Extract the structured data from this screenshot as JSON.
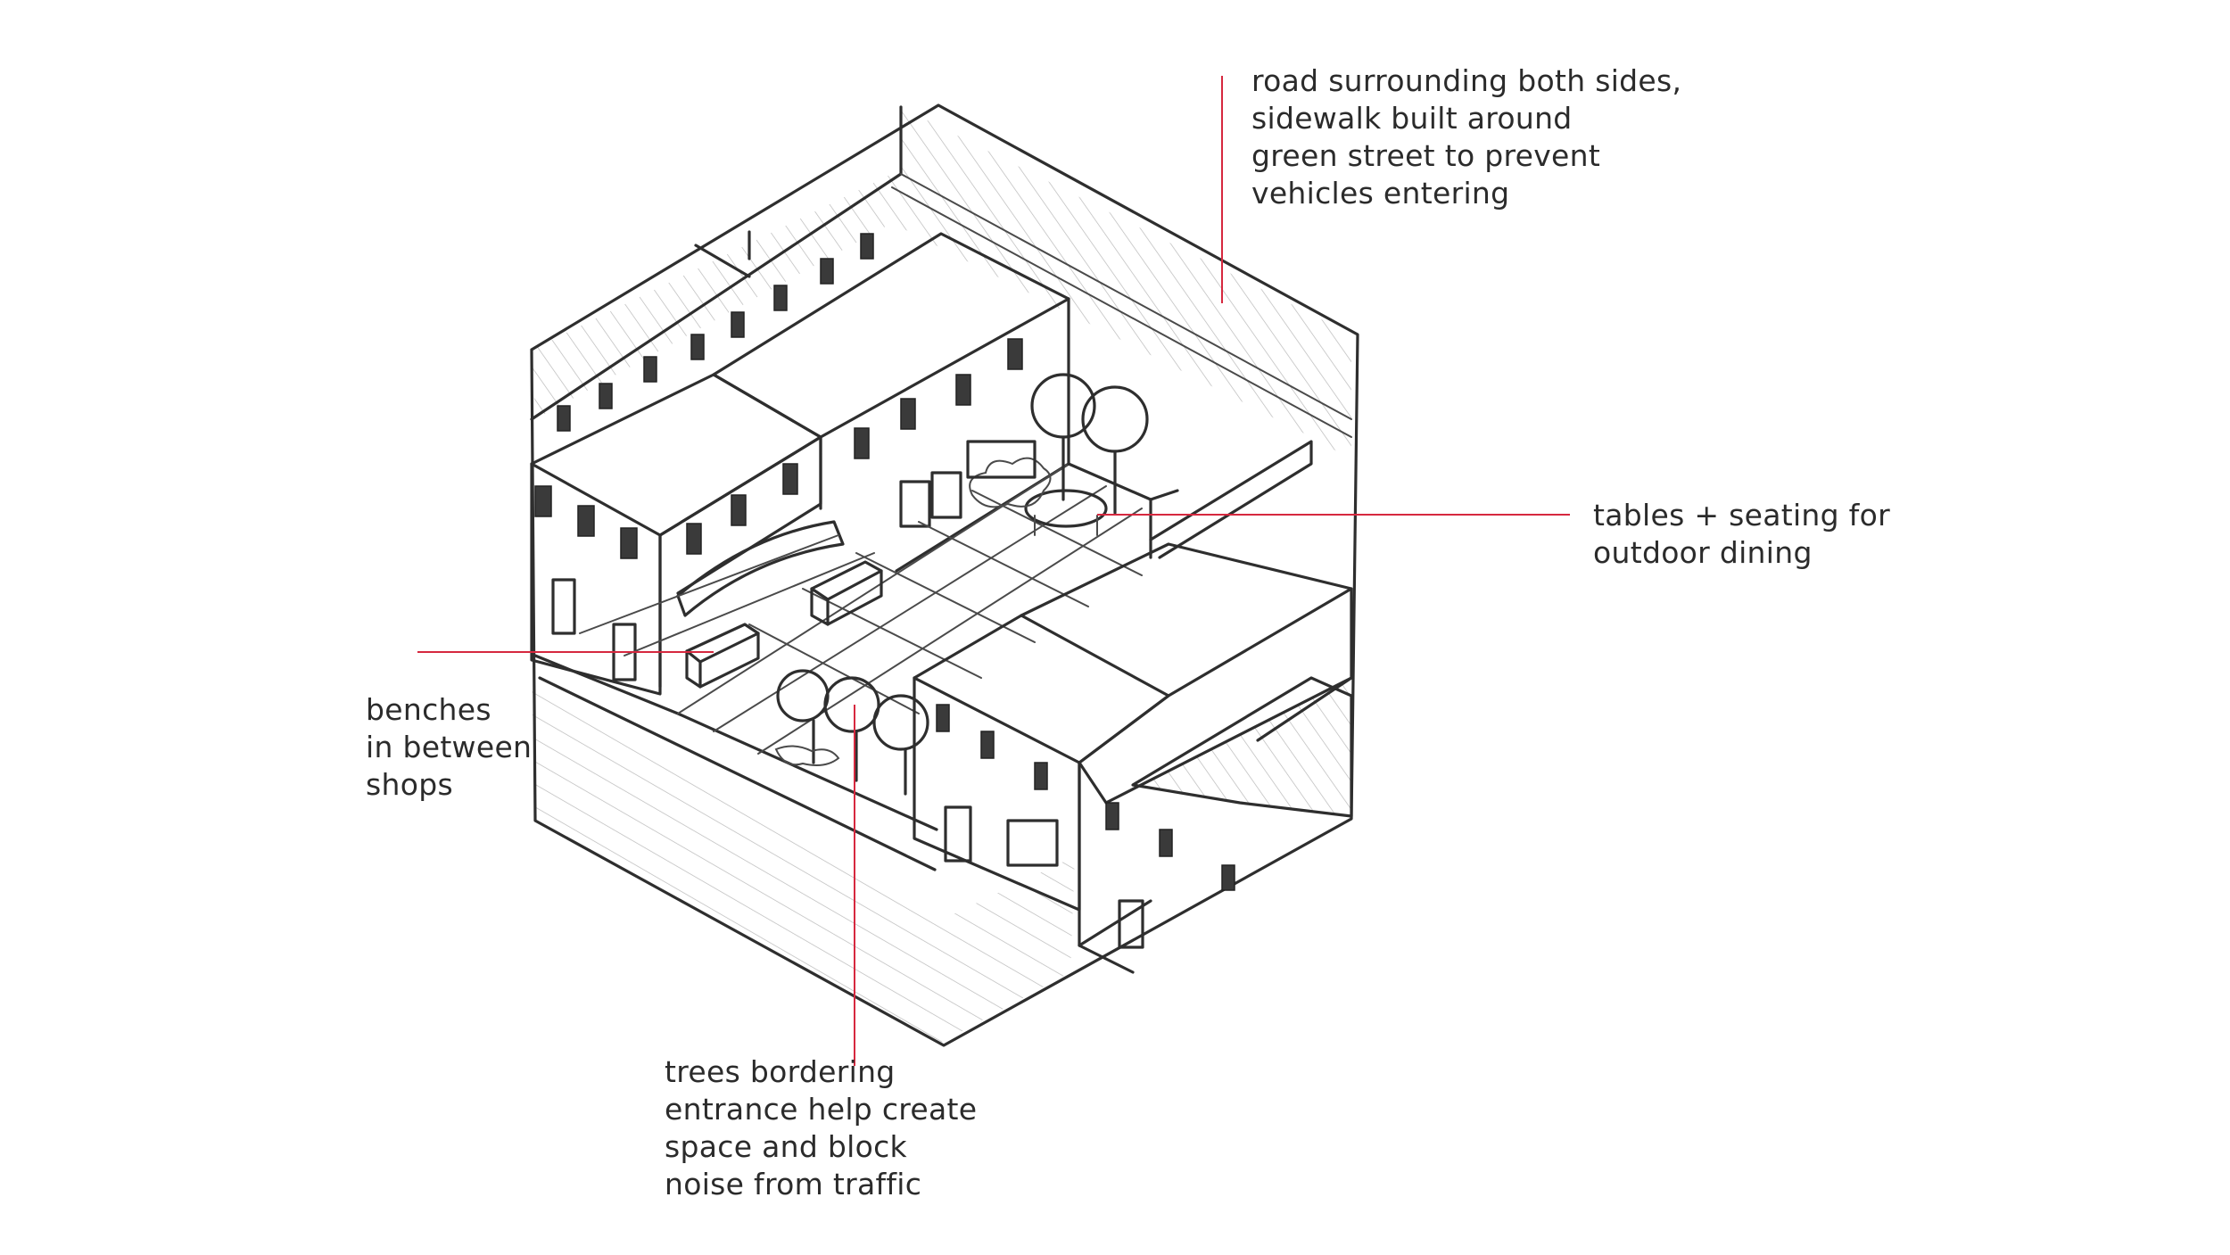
{
  "annotations": {
    "road": {
      "lines": [
        "road surrounding both sides,",
        "sidewalk built around",
        "green street to prevent",
        "vehicles entering"
      ]
    },
    "tables": {
      "lines": [
        "tables + seating for",
        "outdoor dining"
      ]
    },
    "benches": {
      "lines": [
        "benches",
        "in between",
        "shops"
      ]
    },
    "trees": {
      "lines": [
        "trees bordering",
        "entrance help create",
        "space and block",
        "noise from traffic"
      ]
    }
  },
  "colors": {
    "leader_line": "#d6283f",
    "sketch_stroke": "#2e2e2e",
    "text": "#2b2b2b"
  }
}
